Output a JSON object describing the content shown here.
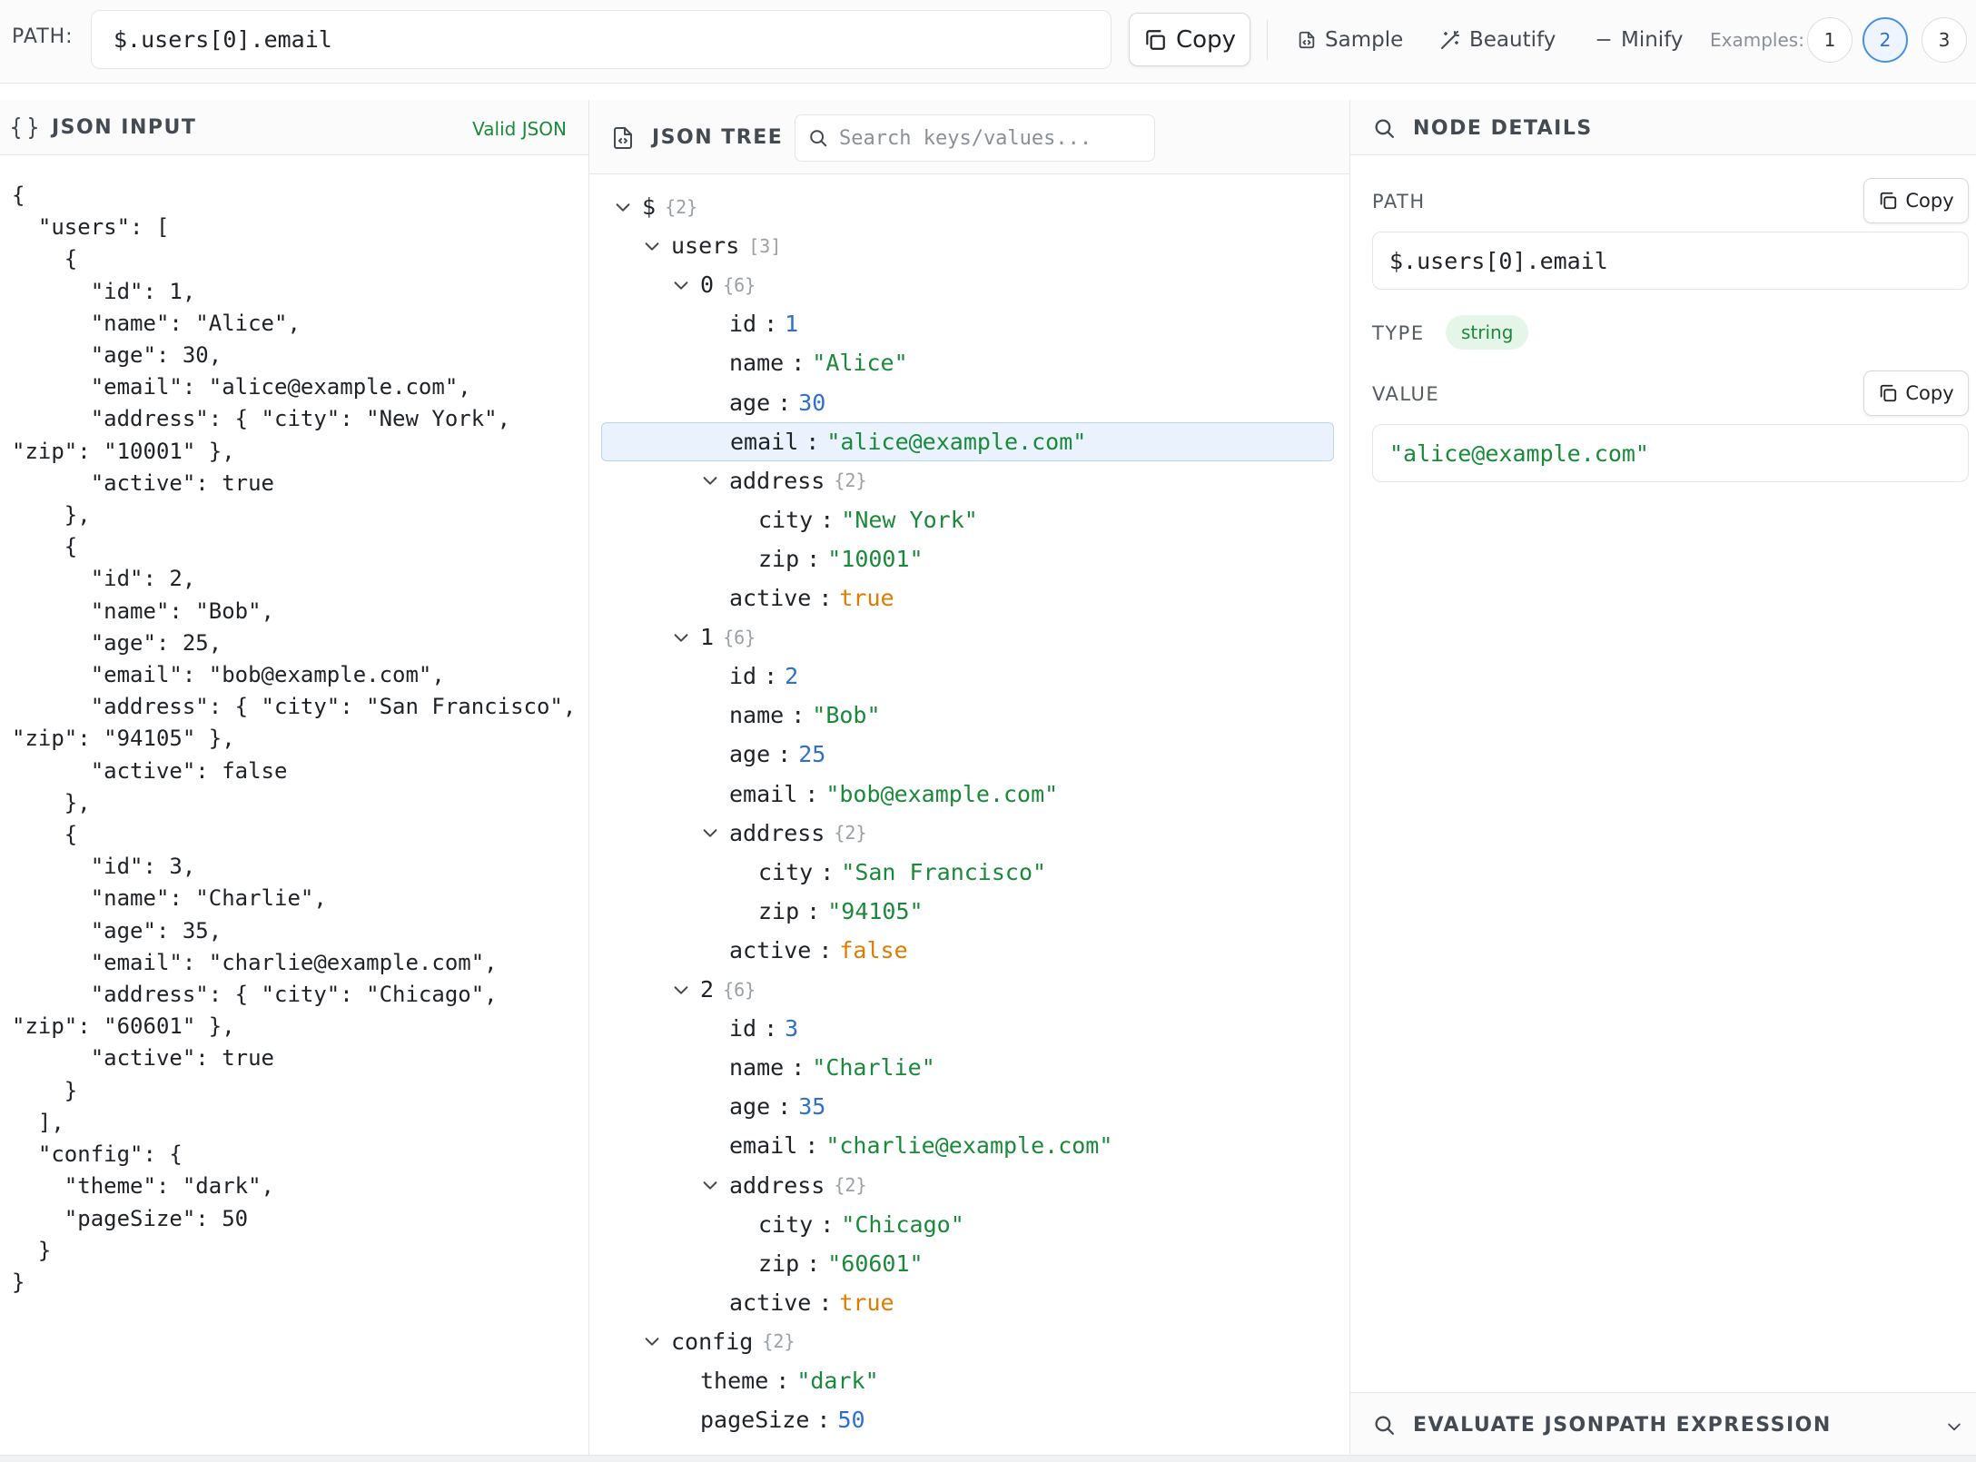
{
  "toolbar": {
    "path_label": "PATH:",
    "path_value": "$.users[0].email",
    "copy_label": "Copy",
    "sample_label": "Sample",
    "beautify_label": "Beautify",
    "minify_label": "Minify",
    "examples_label": "Examples:",
    "examples": [
      "1",
      "2",
      "3"
    ],
    "active_example": "2"
  },
  "input_panel": {
    "title": "JSON INPUT",
    "status": "Valid JSON",
    "text": "{\n  \"users\": [\n    {\n      \"id\": 1,\n      \"name\": \"Alice\",\n      \"age\": 30,\n      \"email\": \"alice@example.com\",\n      \"address\": { \"city\": \"New York\", \"zip\": \"10001\" },\n      \"active\": true\n    },\n    {\n      \"id\": 2,\n      \"name\": \"Bob\",\n      \"age\": 25,\n      \"email\": \"bob@example.com\",\n      \"address\": { \"city\": \"San Francisco\", \"zip\": \"94105\" },\n      \"active\": false\n    },\n    {\n      \"id\": 3,\n      \"name\": \"Charlie\",\n      \"age\": 35,\n      \"email\": \"charlie@example.com\",\n      \"address\": { \"city\": \"Chicago\", \"zip\": \"60601\" },\n      \"active\": true\n    }\n  ],\n  \"config\": {\n    \"theme\": \"dark\",\n    \"pageSize\": 50\n  }\n}"
  },
  "tree_panel": {
    "title": "JSON TREE",
    "search_placeholder": "Search keys/values...",
    "rows": [
      {
        "key": "$",
        "count": "{2}",
        "depth": 0,
        "expandable": true
      },
      {
        "key": "users",
        "count": "[3]",
        "depth": 1,
        "expandable": true
      },
      {
        "key": "0",
        "count": "{6}",
        "depth": 2,
        "expandable": true
      },
      {
        "key": "id",
        "value": "1",
        "vtype": "num",
        "depth": 3
      },
      {
        "key": "name",
        "value": "\"Alice\"",
        "vtype": "str",
        "depth": 3
      },
      {
        "key": "age",
        "value": "30",
        "vtype": "num",
        "depth": 3
      },
      {
        "key": "email",
        "value": "\"alice@example.com\"",
        "vtype": "str",
        "depth": 3,
        "selected": true
      },
      {
        "key": "address",
        "count": "{2}",
        "depth": 3,
        "expandable": true
      },
      {
        "key": "city",
        "value": "\"New York\"",
        "vtype": "str",
        "depth": 4
      },
      {
        "key": "zip",
        "value": "\"10001\"",
        "vtype": "str",
        "depth": 4
      },
      {
        "key": "active",
        "value": "true",
        "vtype": "bool",
        "depth": 3
      },
      {
        "key": "1",
        "count": "{6}",
        "depth": 2,
        "expandable": true
      },
      {
        "key": "id",
        "value": "2",
        "vtype": "num",
        "depth": 3
      },
      {
        "key": "name",
        "value": "\"Bob\"",
        "vtype": "str",
        "depth": 3
      },
      {
        "key": "age",
        "value": "25",
        "vtype": "num",
        "depth": 3
      },
      {
        "key": "email",
        "value": "\"bob@example.com\"",
        "vtype": "str",
        "depth": 3
      },
      {
        "key": "address",
        "count": "{2}",
        "depth": 3,
        "expandable": true
      },
      {
        "key": "city",
        "value": "\"San Francisco\"",
        "vtype": "str",
        "depth": 4
      },
      {
        "key": "zip",
        "value": "\"94105\"",
        "vtype": "str",
        "depth": 4
      },
      {
        "key": "active",
        "value": "false",
        "vtype": "bool",
        "depth": 3
      },
      {
        "key": "2",
        "count": "{6}",
        "depth": 2,
        "expandable": true
      },
      {
        "key": "id",
        "value": "3",
        "vtype": "num",
        "depth": 3
      },
      {
        "key": "name",
        "value": "\"Charlie\"",
        "vtype": "str",
        "depth": 3
      },
      {
        "key": "age",
        "value": "35",
        "vtype": "num",
        "depth": 3
      },
      {
        "key": "email",
        "value": "\"charlie@example.com\"",
        "vtype": "str",
        "depth": 3
      },
      {
        "key": "address",
        "count": "{2}",
        "depth": 3,
        "expandable": true
      },
      {
        "key": "city",
        "value": "\"Chicago\"",
        "vtype": "str",
        "depth": 4
      },
      {
        "key": "zip",
        "value": "\"60601\"",
        "vtype": "str",
        "depth": 4
      },
      {
        "key": "active",
        "value": "true",
        "vtype": "bool",
        "depth": 3
      },
      {
        "key": "config",
        "count": "{2}",
        "depth": 1,
        "expandable": true
      },
      {
        "key": "theme",
        "value": "\"dark\"",
        "vtype": "str",
        "depth": 2
      },
      {
        "key": "pageSize",
        "value": "50",
        "vtype": "num",
        "depth": 2
      }
    ]
  },
  "details_panel": {
    "title": "NODE DETAILS",
    "path_label": "PATH",
    "path_value": "$.users[0].email",
    "copy_label": "Copy",
    "type_label": "TYPE",
    "type_value": "string",
    "value_label": "VALUE",
    "value": "\"alice@example.com\"",
    "evaluate_label": "EVALUATE JSONPATH EXPRESSION"
  },
  "colors": {
    "accent": "#2f6fd0",
    "string": "#1a8a3a",
    "number": "#2f6fd0",
    "boolean": "#e07b00",
    "selected_bg": "#eaf2fd"
  },
  "icons": {
    "copy": "copy-icon",
    "sample": "file-icon",
    "beautify": "wand-icon",
    "minify": "minus-icon",
    "search": "search-icon",
    "braces": "braces-icon",
    "tree": "file-code-icon",
    "chevron": "chevron-down-icon"
  }
}
